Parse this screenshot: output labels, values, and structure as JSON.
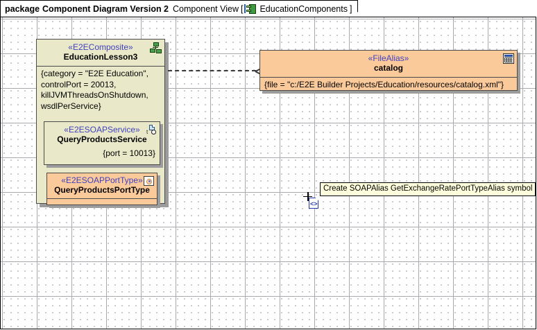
{
  "header": {
    "keyword": "package",
    "package_name": "Component Diagram Version 2",
    "view_name": "Component View",
    "bracket_open": "[",
    "diagram_icon": "component-icon",
    "diagram_name": "EducationComponents",
    "bracket_close": "]"
  },
  "elements": {
    "composite": {
      "stereotype": "«E2EComposite»",
      "name": "EducationLesson3",
      "icon": "composite-icon",
      "tags": [
        "{category = \"E2E Education\",",
        "controlPort = 20013,",
        "killJVMThreadsOnShutdown,",
        "wsdlPerService}"
      ]
    },
    "service": {
      "stereotype": "«E2ESOAPService»",
      "name": "QueryProductsService",
      "icon": "service-icon",
      "tags": "{port = 10013}"
    },
    "porttype": {
      "stereotype": "«E2ESOAPPortType»",
      "name": "QueryProductsPortType",
      "icon": "porttype-icon"
    },
    "filealias": {
      "stereotype": "«FileAlias»",
      "name": "catalog",
      "icon": "filealias-icon",
      "tags": "{file = \"c:/E2E Builder Projects/Education/resources/catalog.xml\"}"
    }
  },
  "connector": {
    "name": "dependency-arrow",
    "style": "dashed-open-arrow"
  },
  "tooltip": {
    "text": "Create SOAPAlias GetExchangeRatePortTypeAlias symbol"
  },
  "cursor": {
    "name": "crosshair-new-element-cursor"
  },
  "colors": {
    "composite_fill": "#e9e9c9",
    "alias_fill": "#fbca9a",
    "stereotype_text": "#4040c0",
    "tooltip_fill": "#ffffdd",
    "border": "#4a4a4a"
  }
}
